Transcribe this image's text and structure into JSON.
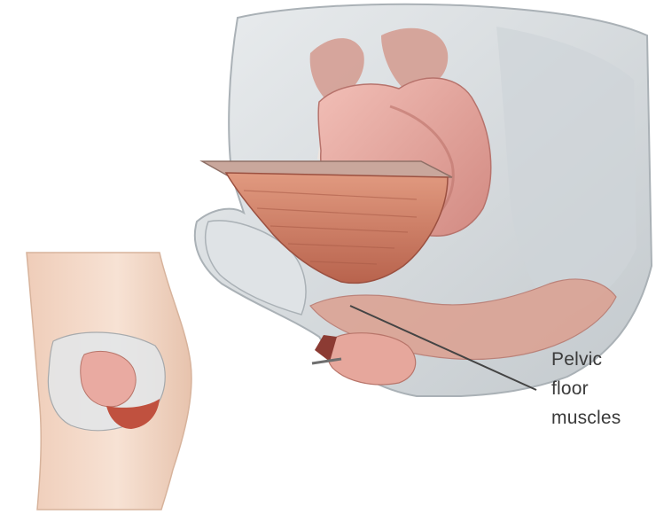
{
  "illustration": {
    "callout_label_lines": [
      "Pelvic",
      "floor",
      "muscles"
    ],
    "colors": {
      "bone": "#d9dde0",
      "bone_shadow": "#b9c0c5",
      "muscle": "#d98a72",
      "muscle_dark": "#b8634d",
      "organ": "#e8a9a2",
      "organ_dark": "#c97d76",
      "skin": "#f4d9c8",
      "skin_shadow": "#e2bfa8",
      "leader_line": "#444444",
      "label_text": "#3a3a3a"
    }
  }
}
